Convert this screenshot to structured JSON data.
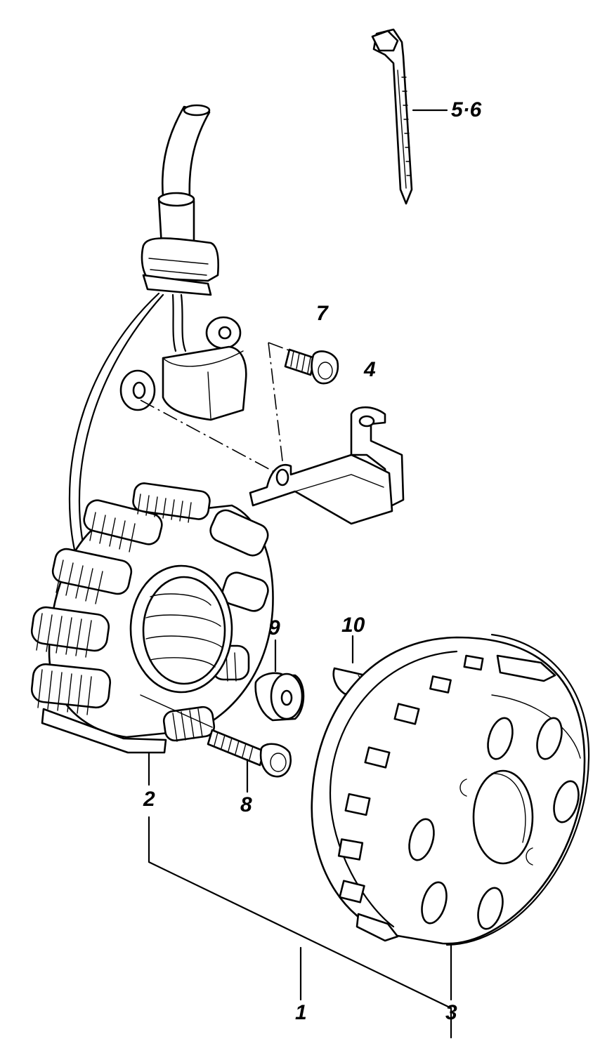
{
  "callouts": {
    "c1": "1",
    "c2": "2",
    "c3": "3",
    "c4": "4",
    "c56": "5·6",
    "c7": "7",
    "c8": "8",
    "c9": "9",
    "c10": "10"
  }
}
